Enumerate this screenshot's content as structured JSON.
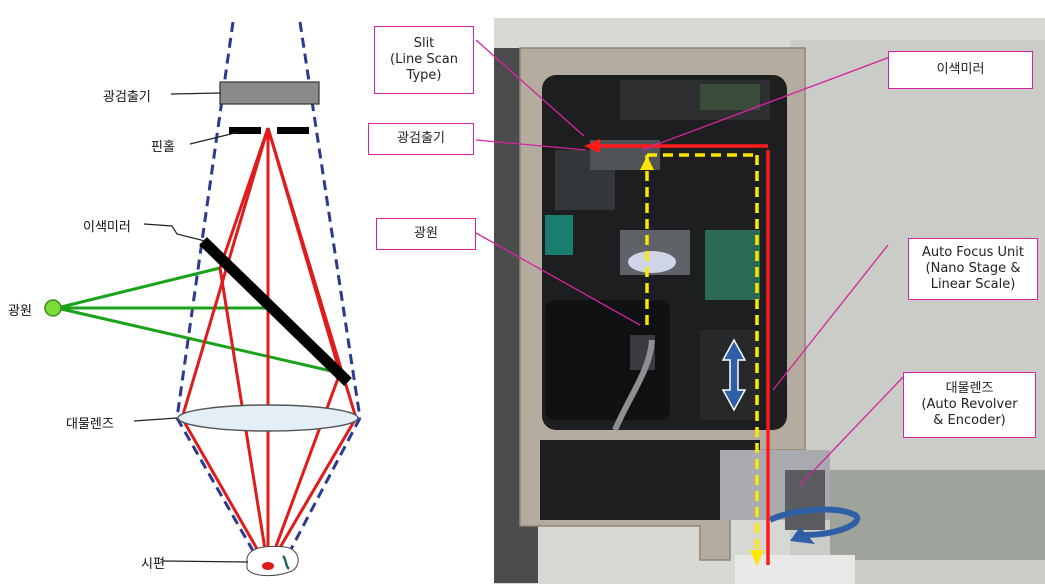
{
  "left_diagram": {
    "labels": {
      "detector": "광검출기",
      "pinhole": "핀홀",
      "dichroic_mirror": "이색미러",
      "light_source": "광원",
      "objective_lens": "대물렌즈",
      "specimen": "시편"
    },
    "colors": {
      "excitation_beam": "#1aa31a",
      "emission_beam": "#e01b1b",
      "focal_cone": "#2b3a8f",
      "mirror": "#000000",
      "detector_fill": "#8a8a8a",
      "lens_fill": "#e4eef6"
    }
  },
  "photo": {
    "callouts": {
      "slit": [
        "Slit",
        "(Line Scan",
        "Type)"
      ],
      "detector": "광검출기",
      "light_source": "광원",
      "dichroic_mirror": "이색미러",
      "auto_focus": [
        "Auto Focus Unit",
        "(Nano Stage &",
        "Linear Scale)"
      ],
      "objective": [
        "대물렌즈",
        "(Auto Revolver",
        "& Encoder)"
      ]
    },
    "colors": {
      "callout_border": "#d6249f",
      "optical_path_red": "#ff1a1a",
      "optical_path_yellow": "#ffe600",
      "motion_arrow": "#2f5fa6"
    }
  }
}
